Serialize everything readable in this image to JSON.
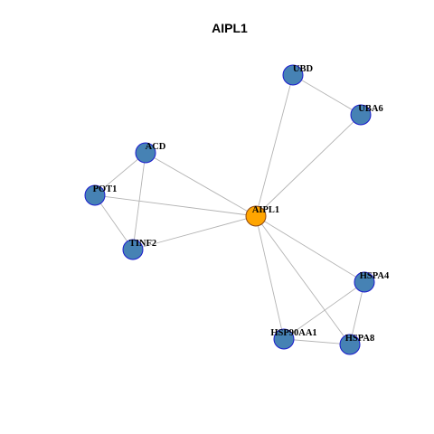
{
  "graph": {
    "title": "AIPL1",
    "node_stroke": "#1a1acd",
    "center_fill": "#ffa500",
    "center_stroke": "#8b4513",
    "default_fill": "#4682b4",
    "edge_color": "#b3b3b3",
    "nodes": [
      {
        "id": "AIPL1",
        "label": "AIPL1",
        "center": true
      },
      {
        "id": "UBD",
        "label": "UBD"
      },
      {
        "id": "UBA6",
        "label": "UBA6"
      },
      {
        "id": "ACD",
        "label": "ACD"
      },
      {
        "id": "POT1",
        "label": "POT1"
      },
      {
        "id": "TINF2",
        "label": "TINF2"
      },
      {
        "id": "HSPA4",
        "label": "HSPA4"
      },
      {
        "id": "HSP90AA1",
        "label": "HSP90AA1"
      },
      {
        "id": "HSPA8",
        "label": "HSPA8"
      }
    ],
    "edges": [
      [
        "AIPL1",
        "UBD"
      ],
      [
        "AIPL1",
        "UBA6"
      ],
      [
        "UBD",
        "UBA6"
      ],
      [
        "AIPL1",
        "ACD"
      ],
      [
        "AIPL1",
        "POT1"
      ],
      [
        "AIPL1",
        "TINF2"
      ],
      [
        "ACD",
        "POT1"
      ],
      [
        "ACD",
        "TINF2"
      ],
      [
        "POT1",
        "TINF2"
      ],
      [
        "AIPL1",
        "HSPA4"
      ],
      [
        "AIPL1",
        "HSP90AA1"
      ],
      [
        "AIPL1",
        "HSPA8"
      ],
      [
        "HSPA4",
        "HSP90AA1"
      ],
      [
        "HSPA4",
        "HSPA8"
      ],
      [
        "HSP90AA1",
        "HSPA8"
      ]
    ]
  }
}
